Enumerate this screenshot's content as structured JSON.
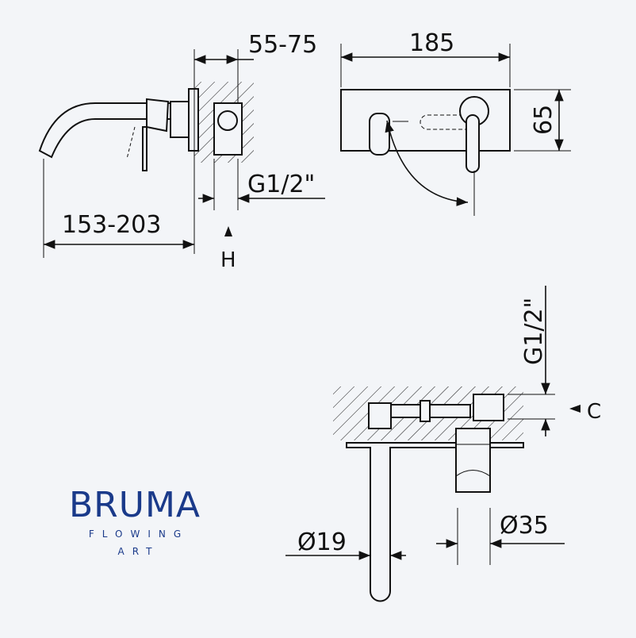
{
  "logo": {
    "brand": "BRUMA",
    "tagline_1": "FLOWING",
    "tagline_2": "ART",
    "color": "#1a3a8a"
  },
  "dimensions": {
    "wall_depth": "55-75",
    "spout_projection": "153-203",
    "connection_side": "G1/2\"",
    "label_h": "H",
    "plate_width": "185",
    "plate_height": "65",
    "connection_section": "G1/2\"",
    "label_c": "C",
    "spout_diameter": "Ø19",
    "cartridge_diameter": "Ø35"
  }
}
